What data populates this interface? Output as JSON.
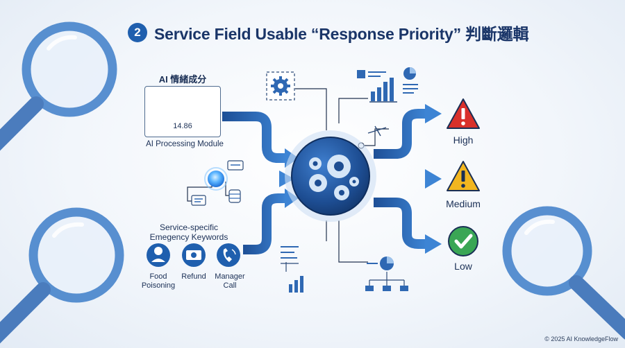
{
  "title": {
    "number": "2",
    "text": "Service Field Usable “Response Priority” 判斷邏輯"
  },
  "inputs": {
    "gauge_heading": "AI 情緒成分",
    "gauge_value": "14.86",
    "module_label": "AI Processing Module",
    "keywords_label": "Service-specific Emegency Keywords",
    "keywords": [
      {
        "label": "Food Poisoning",
        "icon": "sick-person-icon"
      },
      {
        "label": "Refund",
        "icon": "money-icon"
      },
      {
        "label": "Manager Call",
        "icon": "phone-icon"
      }
    ]
  },
  "outputs": [
    {
      "label": "High",
      "icon": "warning-triangle-icon",
      "color": "#d9302b"
    },
    {
      "label": "Medium",
      "icon": "warning-triangle-icon",
      "color": "#f2b61f"
    },
    {
      "label": "Low",
      "icon": "check-circle-icon",
      "color": "#3aa655"
    }
  ],
  "colors": {
    "primary": "#1f5fae",
    "dark": "#1a3568",
    "light": "#5b9be0"
  },
  "footer": "© 2025 AI KnowledgeFlow"
}
